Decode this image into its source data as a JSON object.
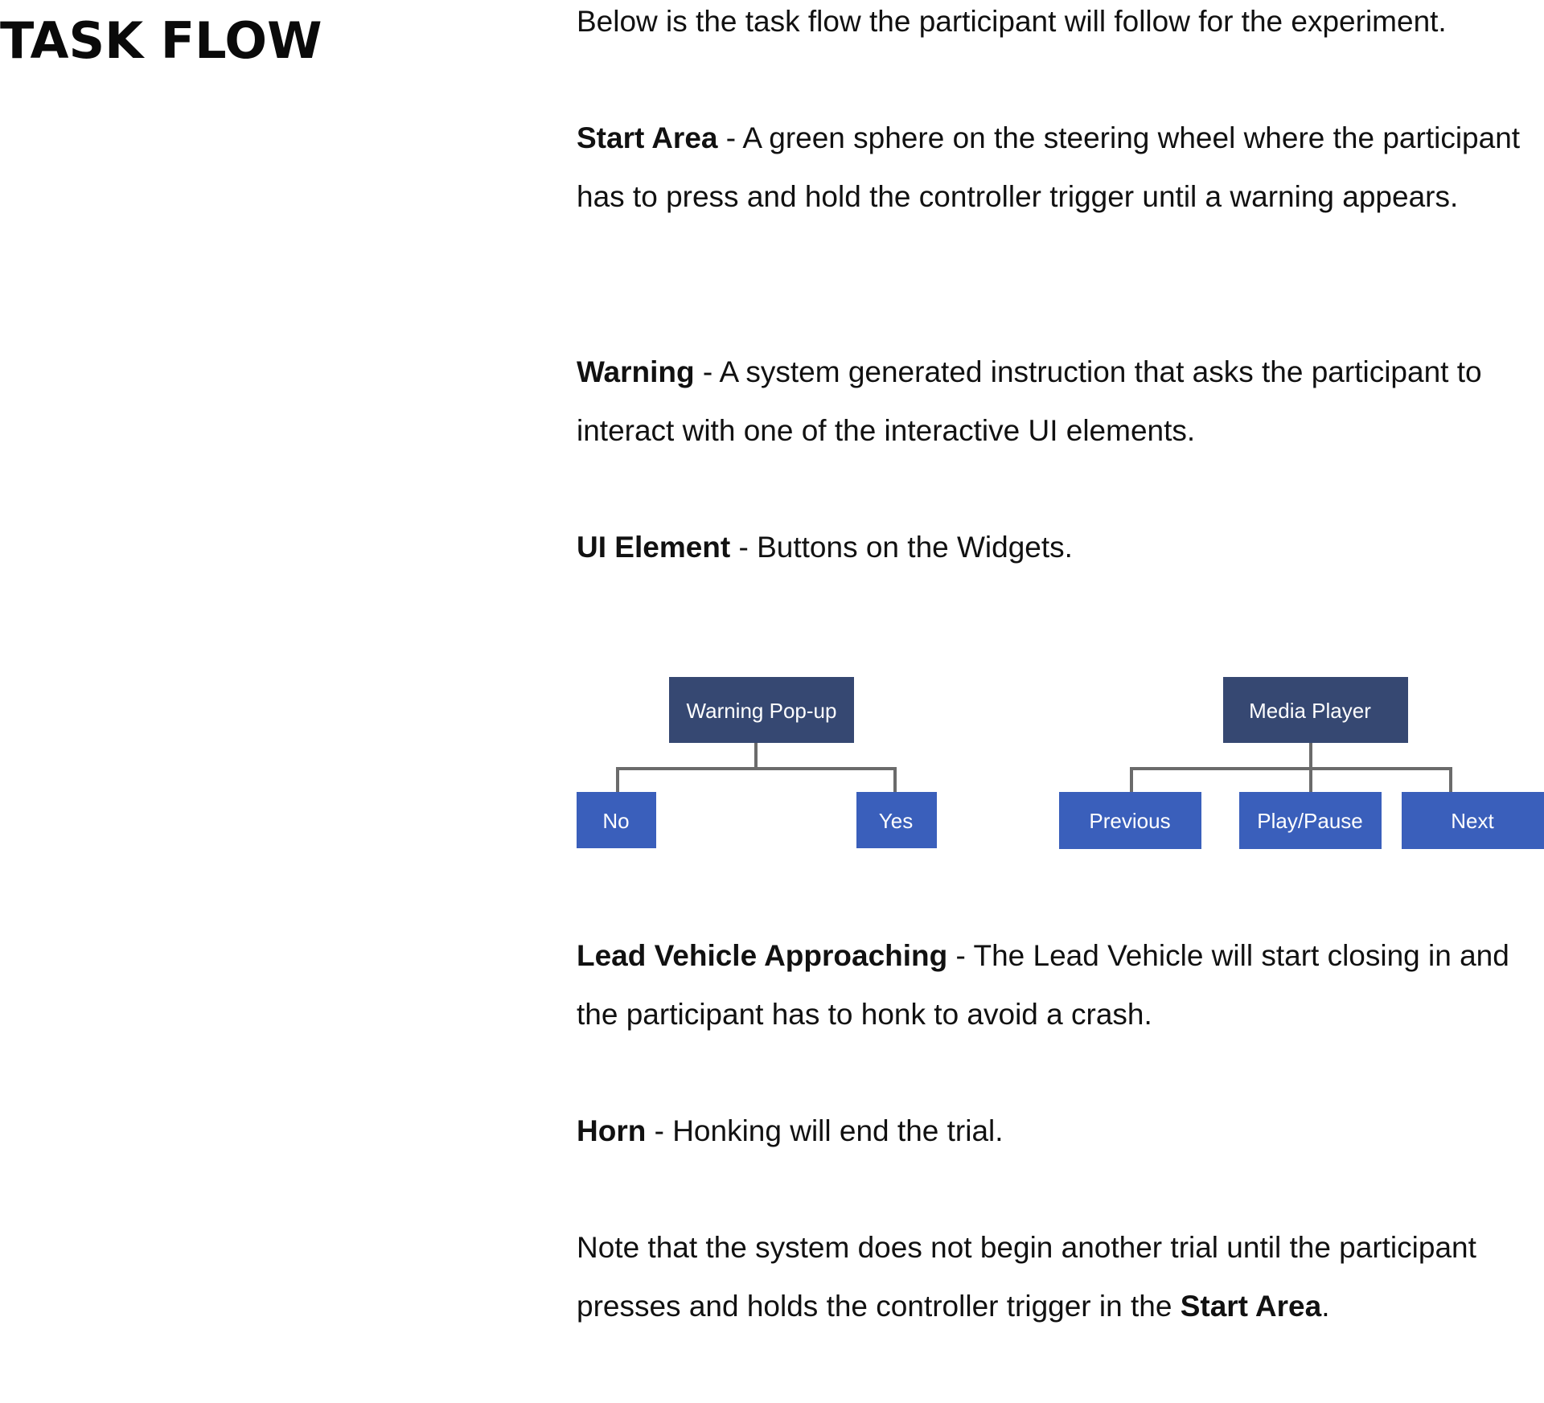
{
  "page": {
    "title": "TASK FLOW"
  },
  "intro": "Below is the task flow the participant will follow for the experiment.",
  "definitions": {
    "start_area": {
      "term": "Start Area",
      "text": " - A green sphere on the steering wheel where the participant has to press and hold the controller trigger until a warning appears."
    },
    "warning": {
      "term": "Warning",
      "text": " - A system generated instruction that asks the participant to interact with one of the interactive UI elements."
    },
    "ui_element": {
      "term": "UI Element",
      "text": " - Buttons on the Widgets."
    },
    "lead_vehicle": {
      "term": "Lead Vehicle Approaching",
      "text": " - The Lead Vehicle will start closing in and the participant has to honk to avoid a crash."
    },
    "horn": {
      "term": "Horn",
      "text": " - Honking will end the trial."
    }
  },
  "note": {
    "text": "Note that the system does not begin another trial until the participant presses and holds the controller trigger in the ",
    "term": "Start Area",
    "end": "."
  },
  "diagram": {
    "colors": {
      "parent": "#364872",
      "child": "#3a5fbb",
      "connector": "#6b6b6b",
      "label": "#ffffff"
    },
    "warning_popup": {
      "label": "Warning Pop-up",
      "children": [
        "No",
        "Yes"
      ]
    },
    "media_player": {
      "label": "Media Player",
      "children": [
        "Previous",
        "Play/Pause",
        "Next"
      ]
    }
  }
}
